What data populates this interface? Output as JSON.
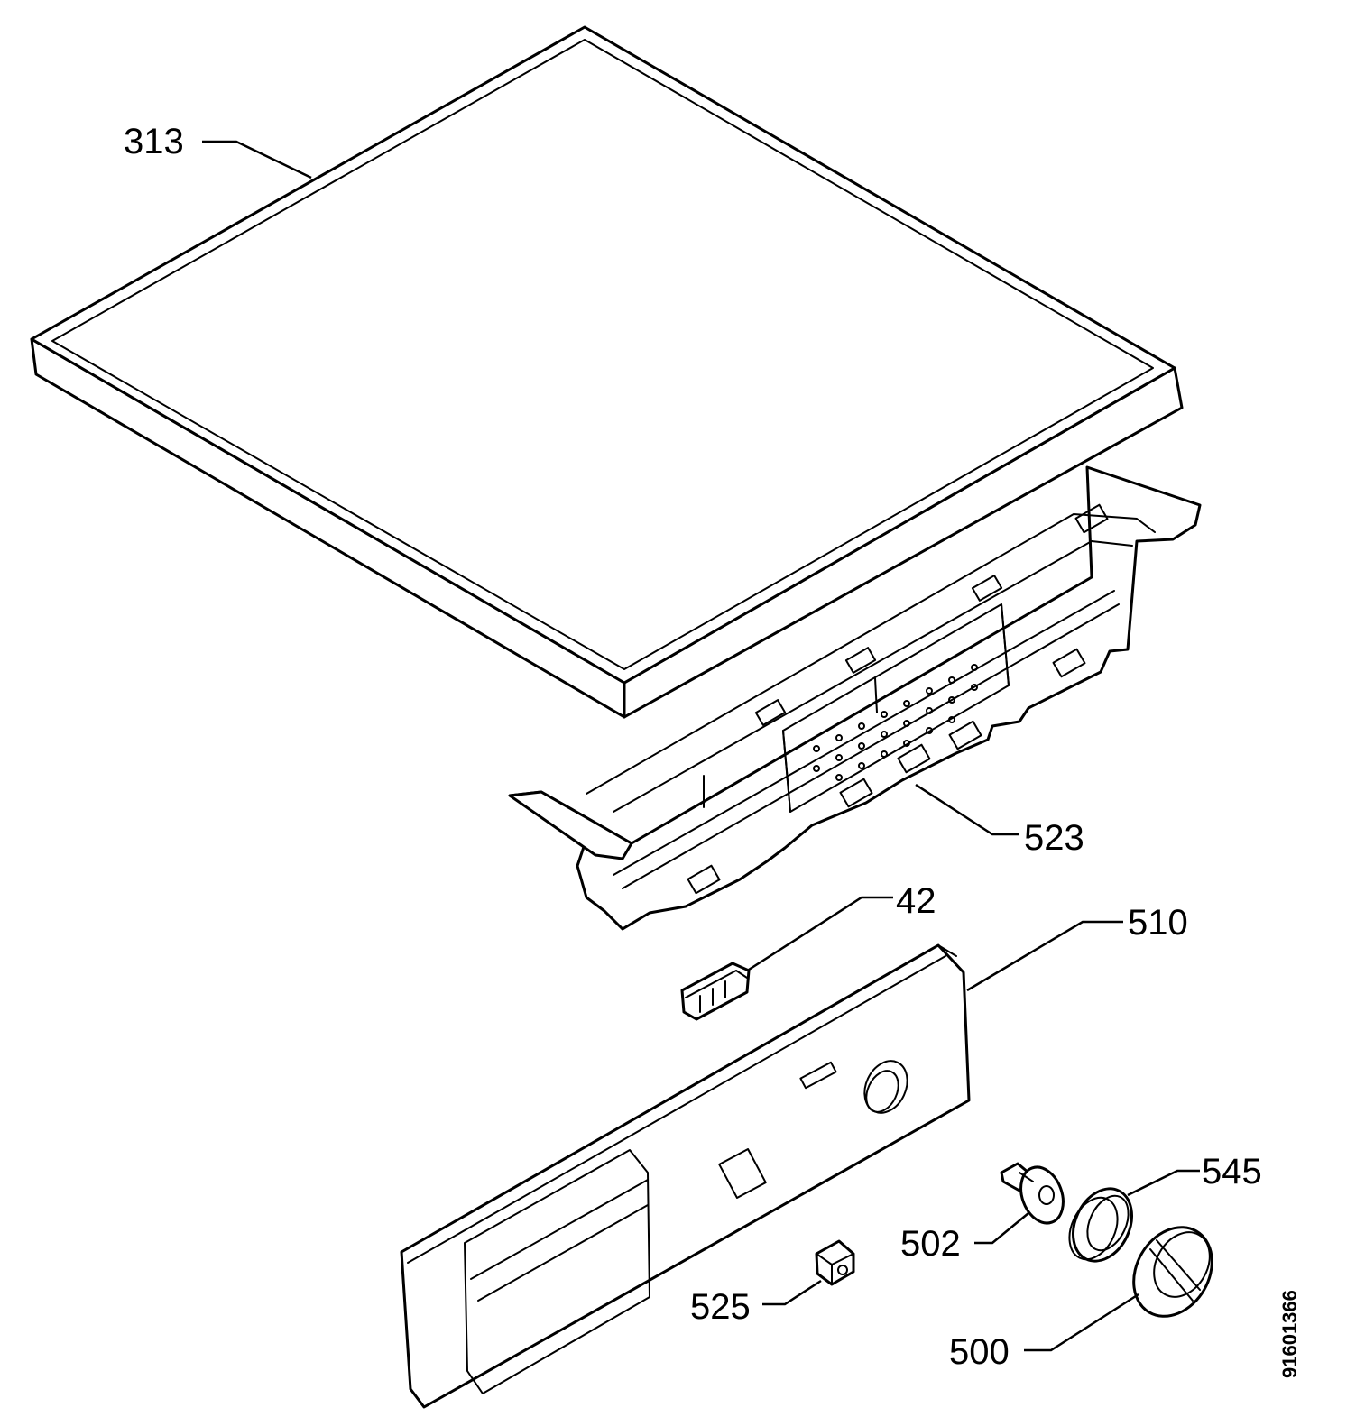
{
  "labels": {
    "313": "313",
    "523": "523",
    "42": "42",
    "510": "510",
    "545": "545",
    "502": "502",
    "525": "525",
    "500": "500"
  },
  "document_number": "91601366"
}
